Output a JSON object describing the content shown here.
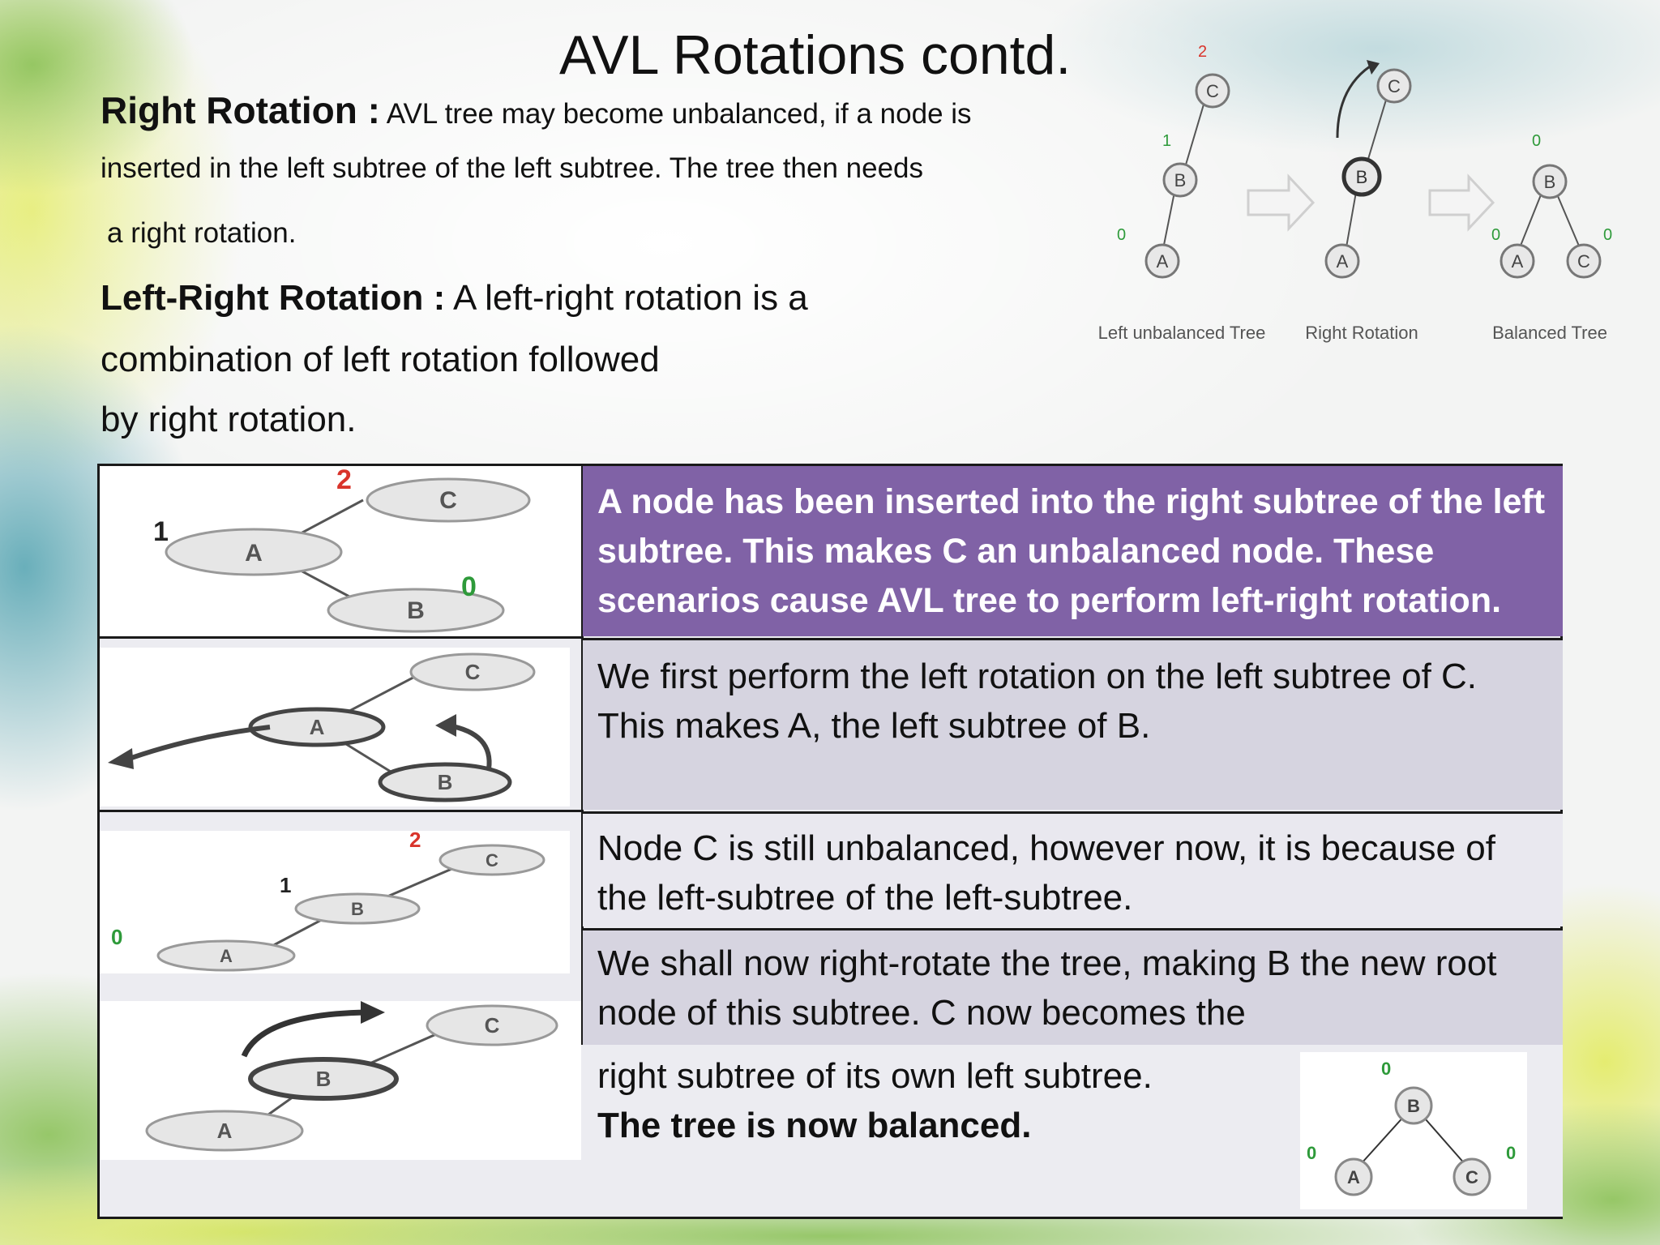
{
  "slide": {
    "title": "AVL Rotations contd.",
    "right_rotation": {
      "heading": "Right Rotation :",
      "line1": "AVL tree may become unbalanced, if a node is",
      "line2": "inserted in the left subtree of the left subtree. The tree then needs",
      "line3": "a right rotation."
    },
    "left_right_rotation": {
      "heading": "Left-Right Rotation :",
      "line1": "A left-right rotation is a",
      "line2": "combination of left rotation followed",
      "line3": "by right rotation."
    }
  },
  "top_figure": {
    "captions": [
      "Left unbalanced Tree",
      "Right Rotation",
      "Balanced Tree"
    ],
    "unbalanced": {
      "nodes": [
        "C",
        "B",
        "A"
      ],
      "balance": [
        "2",
        "1",
        "0"
      ]
    },
    "rotating": {
      "nodes": [
        "C",
        "B",
        "A"
      ]
    },
    "balanced": {
      "nodes": [
        "B",
        "A",
        "C"
      ],
      "balance": [
        "0",
        "0",
        "0"
      ]
    }
  },
  "table": {
    "rows": [
      {
        "text": "A node has been inserted into the right subtree of the left subtree. This makes C an unbalanced node. These scenarios cause AVL tree to perform left-right rotation.",
        "tree": {
          "nodes": [
            "C",
            "A",
            "B"
          ],
          "balance": [
            "2",
            "1",
            "0"
          ]
        }
      },
      {
        "text": "We first perform the left rotation on the left subtree of C. This makes A, the left subtree of B.",
        "tree": {
          "nodes": [
            "C",
            "A",
            "B"
          ]
        }
      },
      {
        "text": "Node C is still unbalanced, however now, it is because of the left-subtree of the left-subtree.",
        "tree": {
          "nodes": [
            "C",
            "B",
            "A"
          ],
          "balance": [
            "2",
            "1",
            "0"
          ]
        }
      },
      {
        "text": "We shall now right-rotate the tree, making B the new root node of this subtree. C now becomes the",
        "tree": {
          "nodes": [
            "C",
            "B",
            "A"
          ]
        }
      },
      {
        "text": "right subtree of its own left subtree.",
        "bold_text": "The tree is now balanced.",
        "tree": {
          "nodes": [
            "B",
            "A",
            "C"
          ],
          "balance": [
            "0",
            "0",
            "0"
          ]
        }
      }
    ]
  },
  "colors": {
    "header_purple": "#8062a6",
    "row_lavender": "#d6d4e0",
    "row_light": "#e9e8ef",
    "balance_red": "#d9342b",
    "balance_green": "#2e9a3a"
  }
}
